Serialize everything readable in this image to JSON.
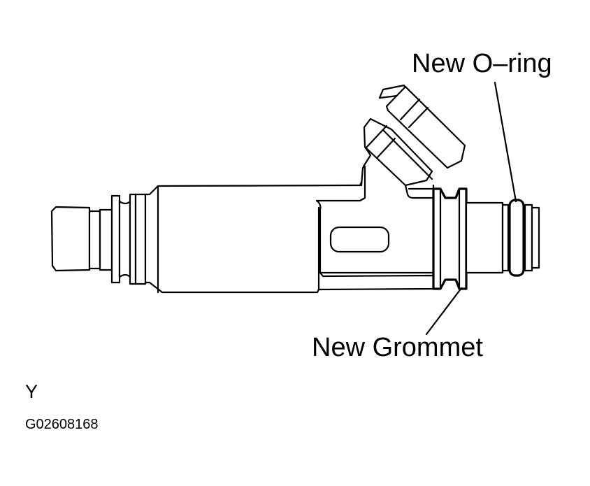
{
  "diagram": {
    "subject": "fuel-injector",
    "labels": {
      "o_ring": "New O–ring",
      "grommet": "New Grommet"
    },
    "view_letter": "Y",
    "figure_code": "G02608168"
  },
  "colors": {
    "background": "#ffffff",
    "line": "#000000"
  }
}
